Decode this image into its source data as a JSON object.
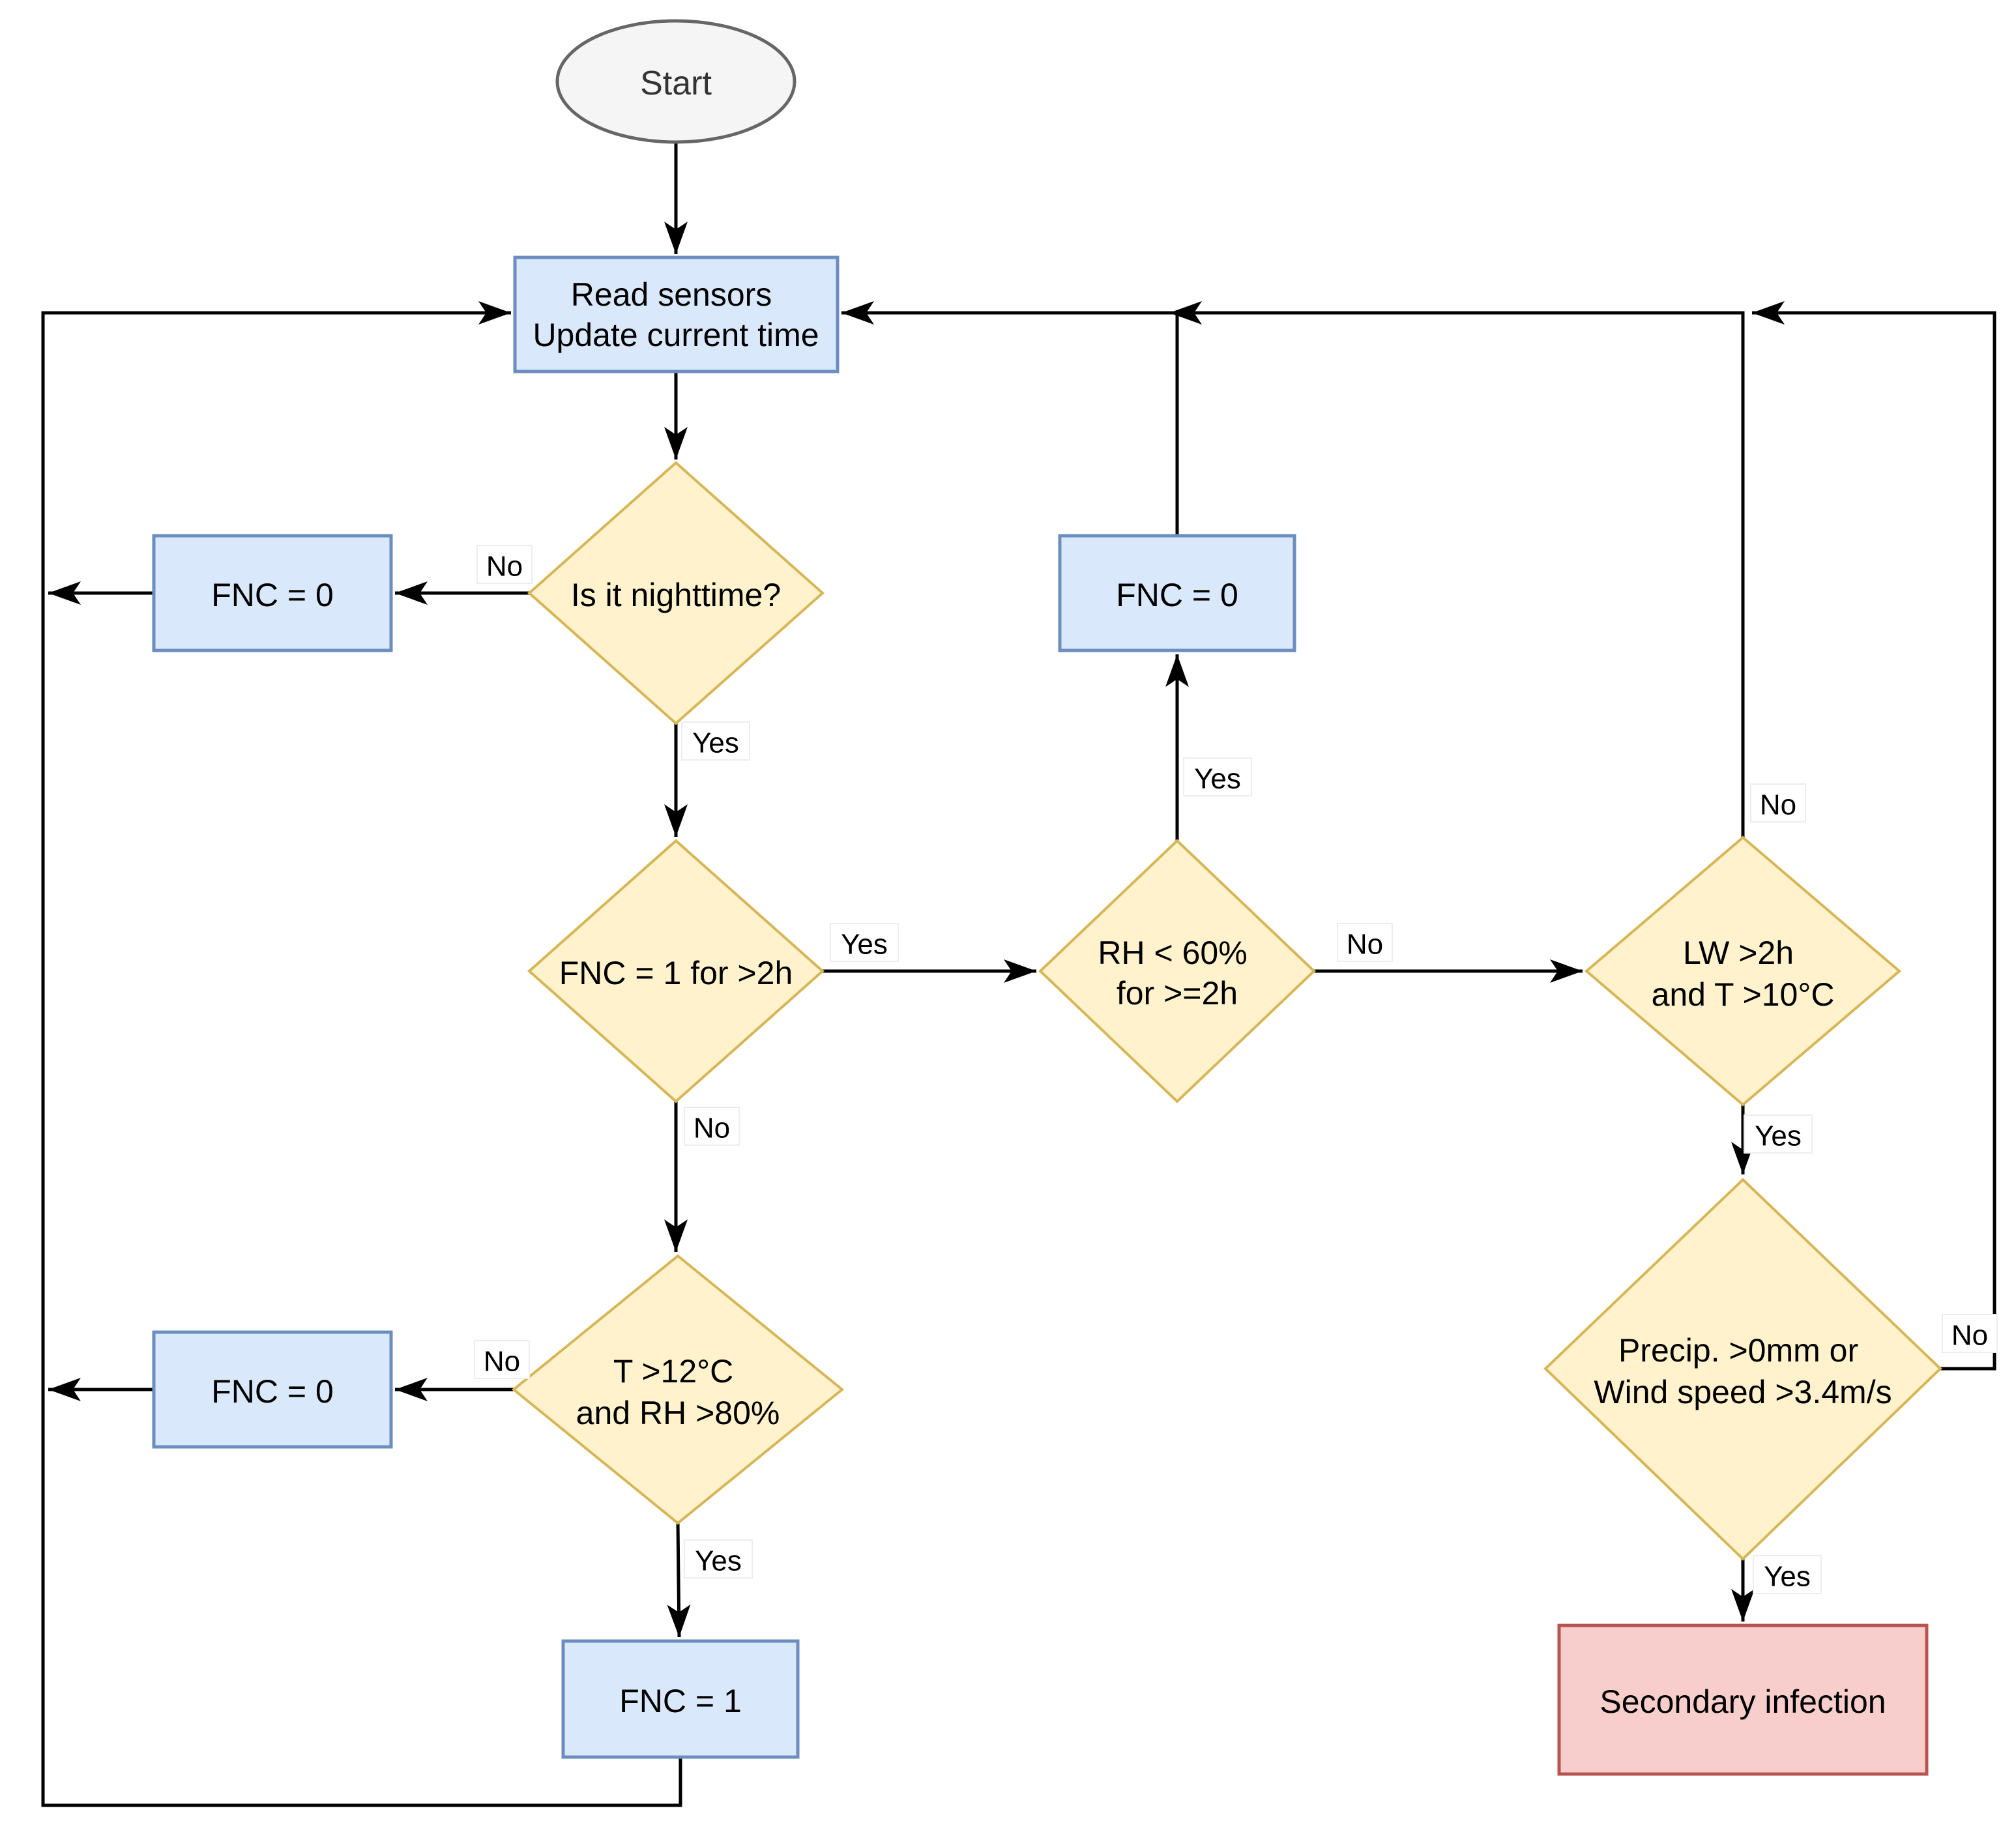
{
  "colors": {
    "edge": "#000000",
    "process_fill": "#dae8fc",
    "process_stroke": "#6c8ebf",
    "decision_fill": "#fff2cc",
    "decision_stroke": "#d6b656",
    "terminal_fill": "#f5f5f5",
    "terminal_stroke": "#666666",
    "alert_fill": "#f8cecc",
    "alert_stroke": "#b85450",
    "label_bg": "#ffffff"
  },
  "nodes": {
    "start": {
      "label": "Start"
    },
    "read_sensors": {
      "line1": "Read sensors",
      "line2": "Update current time"
    },
    "is_nighttime": {
      "label": "Is it nighttime?"
    },
    "fnc0_top_left": {
      "label": "FNC = 0"
    },
    "fnc1_for_2h": {
      "label": "FNC = 1 for >2h"
    },
    "rh_below_60": {
      "line1": "RH < 60%",
      "line2": "for >=2h"
    },
    "fnc0_middle": {
      "label": "FNC = 0"
    },
    "lw_over_2h": {
      "line1": "LW >2h",
      "line2": "and T >10°C"
    },
    "t_over_12": {
      "line1": "T >12°C",
      "line2": "and RH >80%"
    },
    "fnc0_bottom_left": {
      "label": "FNC = 0"
    },
    "fnc1_set": {
      "label": "FNC = 1"
    },
    "precip_or_wind": {
      "line1": "Precip. >0mm or",
      "line2": "Wind speed >3.4m/s"
    },
    "secondary_infection": {
      "label": "Secondary infection"
    }
  },
  "edge_labels": {
    "is_nighttime_no": "No",
    "is_nighttime_yes": "Yes",
    "fnc1_for_2h_yes": "Yes",
    "fnc1_for_2h_no": "No",
    "rh_below_60_yes": "Yes",
    "rh_below_60_no": "No",
    "lw_over_2h_no": "No",
    "lw_over_2h_yes": "Yes",
    "t_over_12_no": "No",
    "t_over_12_yes": "Yes",
    "precip_or_wind_yes": "Yes",
    "precip_or_wind_no": "No"
  }
}
